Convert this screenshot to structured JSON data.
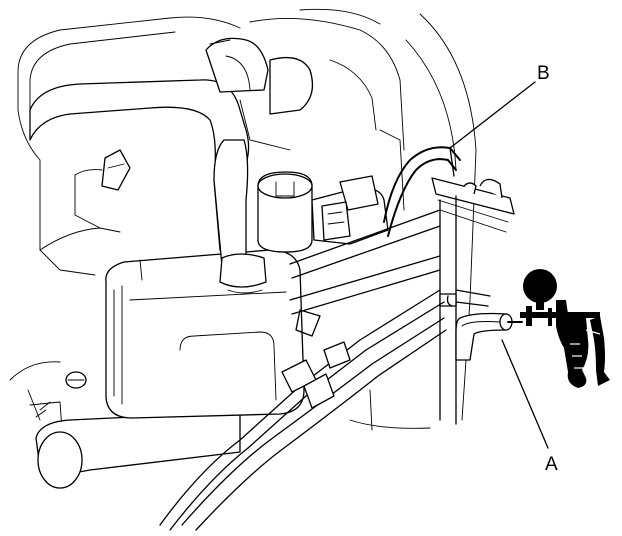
{
  "diagram": {
    "callouts": [
      {
        "id": "A",
        "label": "A",
        "target": "vacuum-hose-end"
      },
      {
        "id": "B",
        "label": "B",
        "target": "hose-on-frame"
      }
    ],
    "icons": [
      "vacuum-pump-gauge-icon"
    ]
  }
}
